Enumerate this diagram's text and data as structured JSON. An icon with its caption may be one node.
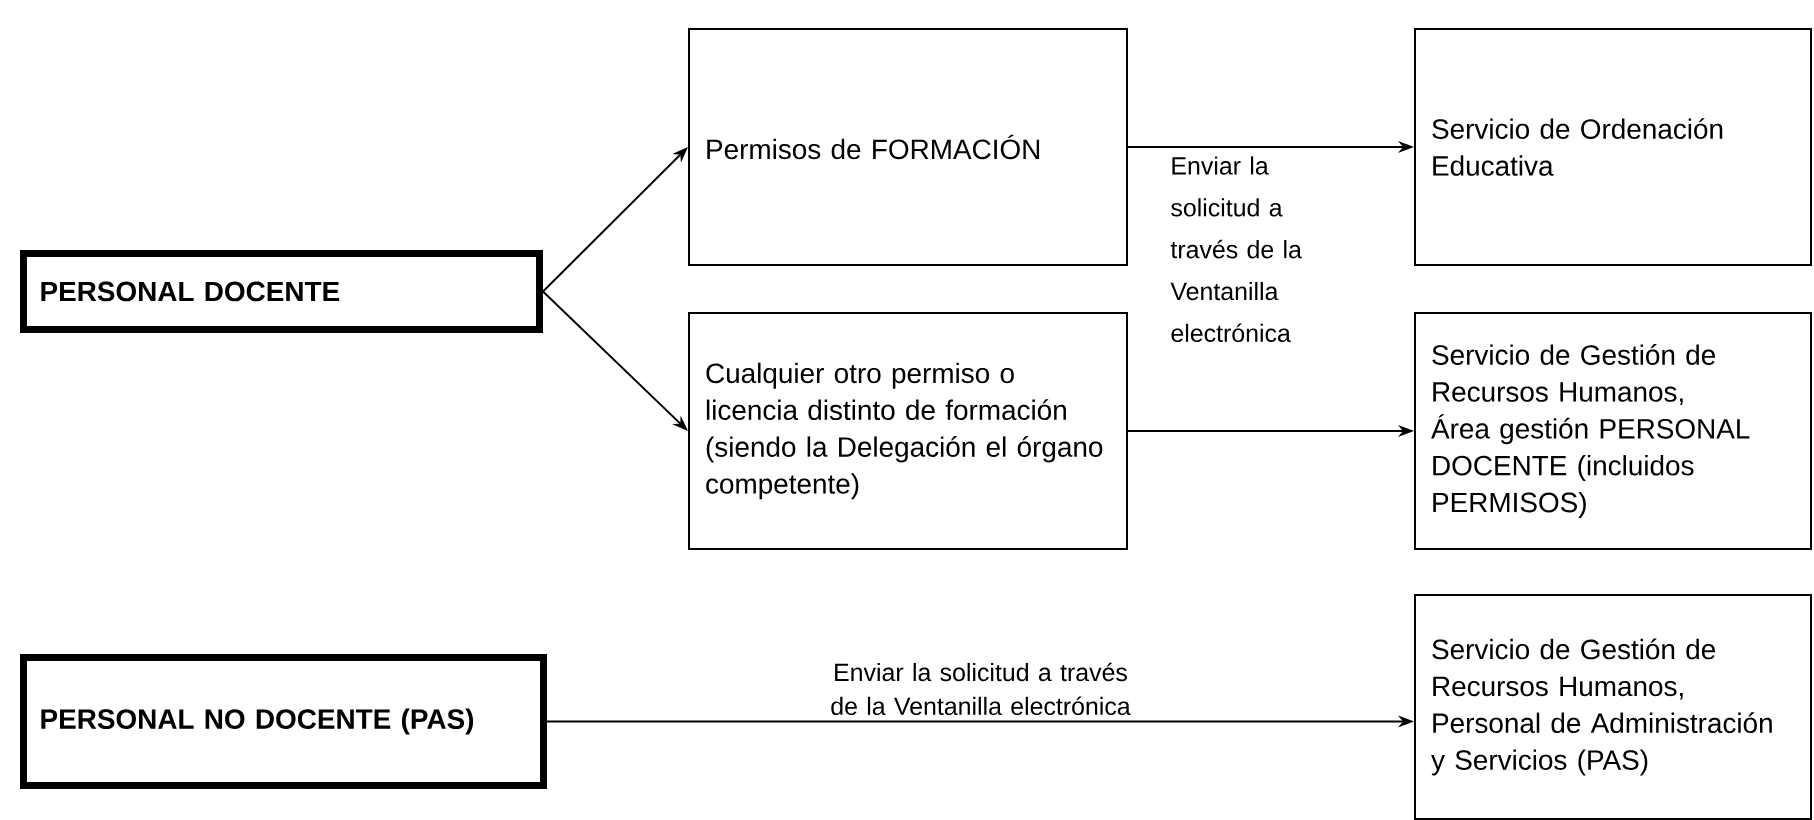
{
  "diagram": {
    "nodes": [
      {
        "text": [
          "PERSONAL DOCENTE"
        ]
      },
      {
        "text": [
          "Permisos de FORMACIÓN"
        ]
      },
      {
        "text": [
          "Cualquier otro permiso o licencia distinto de formación (siendo la Delegación el órgano competente)"
        ]
      },
      {
        "text": [
          "Servicio de Ordenación Educativa"
        ]
      },
      {
        "text": [
          "Servicio de Gestión de Recursos Humanos, Área gestión PERSONAL DOCENTE (incluidos PERMISOS)"
        ]
      },
      {
        "text": [
          "PERSONAL NO DOCENTE (PAS)"
        ]
      },
      {
        "text": [
          "Servicio de Gestión de Recursos Humanos, Personal de Administración y Servicios (PAS)"
        ]
      }
    ],
    "edges": [
      {
        "from": 0,
        "to": 1,
        "arrow": "to"
      },
      {
        "from": 0,
        "to": 2,
        "arrow": "to"
      },
      {
        "from": 1,
        "to": 3,
        "arrow": "to"
      },
      {
        "from": 2,
        "to": 4,
        "arrow": "to"
      },
      {
        "from": 5,
        "to": 6,
        "arrow": "to",
        "label": "Enviar la solicitud a través de la Ventanilla electrónica"
      }
    ],
    "labels": [
      "Enviar la solicitud a través de la Ventanilla electrónica"
    ]
  }
}
